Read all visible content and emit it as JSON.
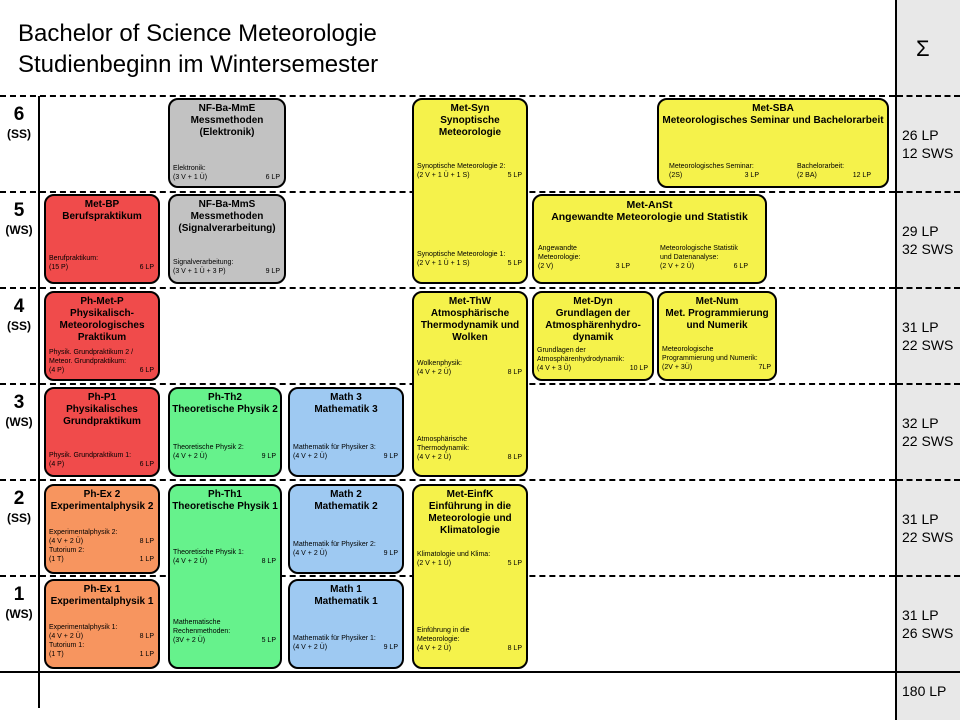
{
  "title": {
    "line1": "Bachelor of Science Meteorologie",
    "line2": "Studienbeginn im Wintersemester"
  },
  "sum_symbol": "Σ",
  "semesters": [
    {
      "number": "6",
      "term": "(SS)",
      "lp": "26 LP",
      "sws": "12 SWS"
    },
    {
      "number": "5",
      "term": "(WS)",
      "lp": "29 LP",
      "sws": "32 SWS"
    },
    {
      "number": "4",
      "term": "(SS)",
      "lp": "31 LP",
      "sws": "22 SWS"
    },
    {
      "number": "3",
      "term": "(WS)",
      "lp": "32 LP",
      "sws": "22 SWS"
    },
    {
      "number": "2",
      "term": "(SS)",
      "lp": "31 LP",
      "sws": "22 SWS"
    },
    {
      "number": "1",
      "term": "(WS)",
      "lp": "31 LP",
      "sws": "26 SWS"
    }
  ],
  "total": "180 LP",
  "modules": [
    {
      "code": "NF-Ba-MmE",
      "title": "Messmethoden (Elektronik)",
      "color": "#c2c2c2",
      "details": [
        {
          "name": "Elektronik:",
          "hours": "(3 V + 1 Ü)",
          "lp": "6 LP"
        }
      ]
    },
    {
      "code": "Met-BP",
      "title": "Berufspraktikum",
      "color": "#f04b4b",
      "details": [
        {
          "name": "Berufpraktikum:",
          "hours": "(15 P)",
          "lp": "6 LP"
        }
      ]
    },
    {
      "code": "NF-Ba-MmS",
      "title": "Messmethoden (Signalverarbeitung)",
      "color": "#c2c2c2",
      "details": [
        {
          "name": "Signalverarbeitung:",
          "hours": "(3 V + 1 Ü + 3 P)",
          "lp": "9 LP"
        }
      ]
    },
    {
      "code": "Ph-Met-P",
      "title": "Physikalisch-Meteorologisches Praktikum",
      "color": "#f04b4b",
      "details": [
        {
          "name": "Physik. Grundpraktikum 2 /",
          "hours": "",
          "lp": ""
        },
        {
          "name": "Meteor. Grundpraktikum:",
          "hours": "",
          "lp": ""
        },
        {
          "name": "",
          "hours": "(4 P)",
          "lp": "6 LP"
        }
      ]
    },
    {
      "code": "Ph-P1",
      "title": "Physikalisches Grundpraktikum",
      "color": "#f04b4b",
      "details": [
        {
          "name": "Physik. Grundpraktikum 1:",
          "hours": "(4 P)",
          "lp": "6 LP"
        }
      ]
    },
    {
      "code": "Ph-Th2",
      "title": "Theoretische Physik 2",
      "color": "#66f28c",
      "details": [
        {
          "name": "Theoretische Physik 2:",
          "hours": "(4 V + 2 Ü)",
          "lp": "9 LP"
        }
      ]
    },
    {
      "code": "Math 3",
      "title": "Mathematik 3",
      "color": "#9ec9f2",
      "details": [
        {
          "name": "Mathematik für Physiker 3:",
          "hours": "(4 V + 2 Ü)",
          "lp": "9 LP"
        }
      ]
    },
    {
      "code": "Ph-Ex 2",
      "title": "Experimentalphysik 2",
      "color": "#f7955f",
      "details": [
        {
          "name": "Experimentalphysik 2:",
          "hours": "(4 V + 2 Ü)",
          "lp": "8 LP"
        },
        {
          "name": "Tutorium 2:",
          "hours": "(1 T)",
          "lp": "1 LP"
        }
      ]
    },
    {
      "code": "Ph-Th1",
      "title": "Theoretische Physik 1",
      "color": "#66f28c",
      "details": [
        {
          "name": "Theoretische Physik 1:",
          "hours": "(4 V + 2 Ü)",
          "lp": "8 LP"
        }
      ],
      "details2": [
        {
          "name": "Mathematische",
          "hours": "",
          "lp": ""
        },
        {
          "name": "Rechenmethoden:",
          "hours": "(3V + 2 Ü)",
          "lp": "5 LP"
        }
      ]
    },
    {
      "code": "Math 2",
      "title": "Mathematik 2",
      "color": "#9ec9f2",
      "details": [
        {
          "name": "Mathematik für Physiker 2:",
          "hours": "(4 V + 2 Ü)",
          "lp": "9 LP"
        }
      ]
    },
    {
      "code": "Ph-Ex 1",
      "title": "Experimentalphysik 1",
      "color": "#f7955f",
      "details": [
        {
          "name": "Experimentalphysik 1:",
          "hours": "(4 V + 2 Ü)",
          "lp": "8 LP"
        },
        {
          "name": "Tutorium 1:",
          "hours": "(1 T)",
          "lp": "1 LP"
        }
      ]
    },
    {
      "code": "Math 1",
      "title": "Mathematik 1",
      "color": "#9ec9f2",
      "details": [
        {
          "name": "Mathematik für Physiker 1:",
          "hours": "(4 V + 2 Ü)",
          "lp": "9 LP"
        }
      ]
    },
    {
      "code": "Met-Syn",
      "title": "Synoptische Meteorologie",
      "color": "#f5f24b",
      "details": [
        {
          "name": "Synoptische Meteorologie 2:",
          "hours": "(2 V + 1 Ü + 1 S)",
          "lp": "5 LP"
        }
      ],
      "details2": [
        {
          "name": "Synoptische Meteorologie 1:",
          "hours": "(2 V + 1 Ü + 1 S)",
          "lp": "5 LP"
        }
      ]
    },
    {
      "code": "Met-SBA",
      "title": "Meteorologisches Seminar und Bachelorarbeit",
      "color": "#f5f24b",
      "details": [
        {
          "name": "Meteorologisches Seminar:",
          "hours": "(2S)",
          "lp": "3 LP"
        },
        {
          "name": "Bachelorarbeit:",
          "hours": "(2 BA)",
          "lp": "12 LP"
        }
      ]
    },
    {
      "code": "Met-AnSt",
      "title": "Angewandte Meteorologie und Statistik",
      "color": "#f5f24b",
      "details": [
        {
          "name": "Angewandte",
          "hours": "",
          "lp": ""
        },
        {
          "name": "Meteorologie:",
          "hours": "(2 V)",
          "lp": "3 LP"
        },
        {
          "name": "Meteorologische Statistik",
          "hours": "",
          "lp": ""
        },
        {
          "name": "und Datenanalyse:",
          "hours": "(2 V + 2 Ü)",
          "lp": "6 LP"
        }
      ]
    },
    {
      "code": "Met-ThW",
      "title": "Atmosphärische Thermodynamik und Wolken",
      "color": "#f5f24b",
      "details": [
        {
          "name": "Wolkenphysik:",
          "hours": "(4 V + 2 Ü)",
          "lp": "8 LP"
        }
      ],
      "details2": [
        {
          "name": "Atmosphärische",
          "hours": "",
          "lp": ""
        },
        {
          "name": "Thermodynamik:",
          "hours": "(4 V + 2 Ü)",
          "lp": "8 LP"
        }
      ]
    },
    {
      "code": "Met-Dyn",
      "title": "Grundlagen der Atmosphärenhydro-dynamik",
      "color": "#f5f24b",
      "details": [
        {
          "name": "Grundlagen der",
          "hours": "",
          "lp": ""
        },
        {
          "name": "Atmosphärenhydrodynamik:",
          "hours": "(4 V + 3 Ü)",
          "lp": "10 LP"
        }
      ]
    },
    {
      "code": "Met-Num",
      "title": "Met. Programmierung und Numerik",
      "color": "#f5f24b",
      "details": [
        {
          "name": "Meteorologische",
          "hours": "",
          "lp": ""
        },
        {
          "name": "Programmierung und Numerik:",
          "hours": "(2V + 3Ü)",
          "lp": "7LP"
        }
      ]
    },
    {
      "code": "Met-EinfK",
      "title": "Einführung in die Meteorologie und Klimatologie",
      "color": "#f5f24b",
      "details": [
        {
          "name": "Klimatologie und Klima:",
          "hours": "(2 V + 1 Ü)",
          "lp": "5 LP"
        }
      ],
      "details2": [
        {
          "name": "Einführung in die",
          "hours": "",
          "lp": ""
        },
        {
          "name": "Meteorologie:",
          "hours": "(4 V + 2 Ü)",
          "lp": "8 LP"
        }
      ]
    }
  ]
}
